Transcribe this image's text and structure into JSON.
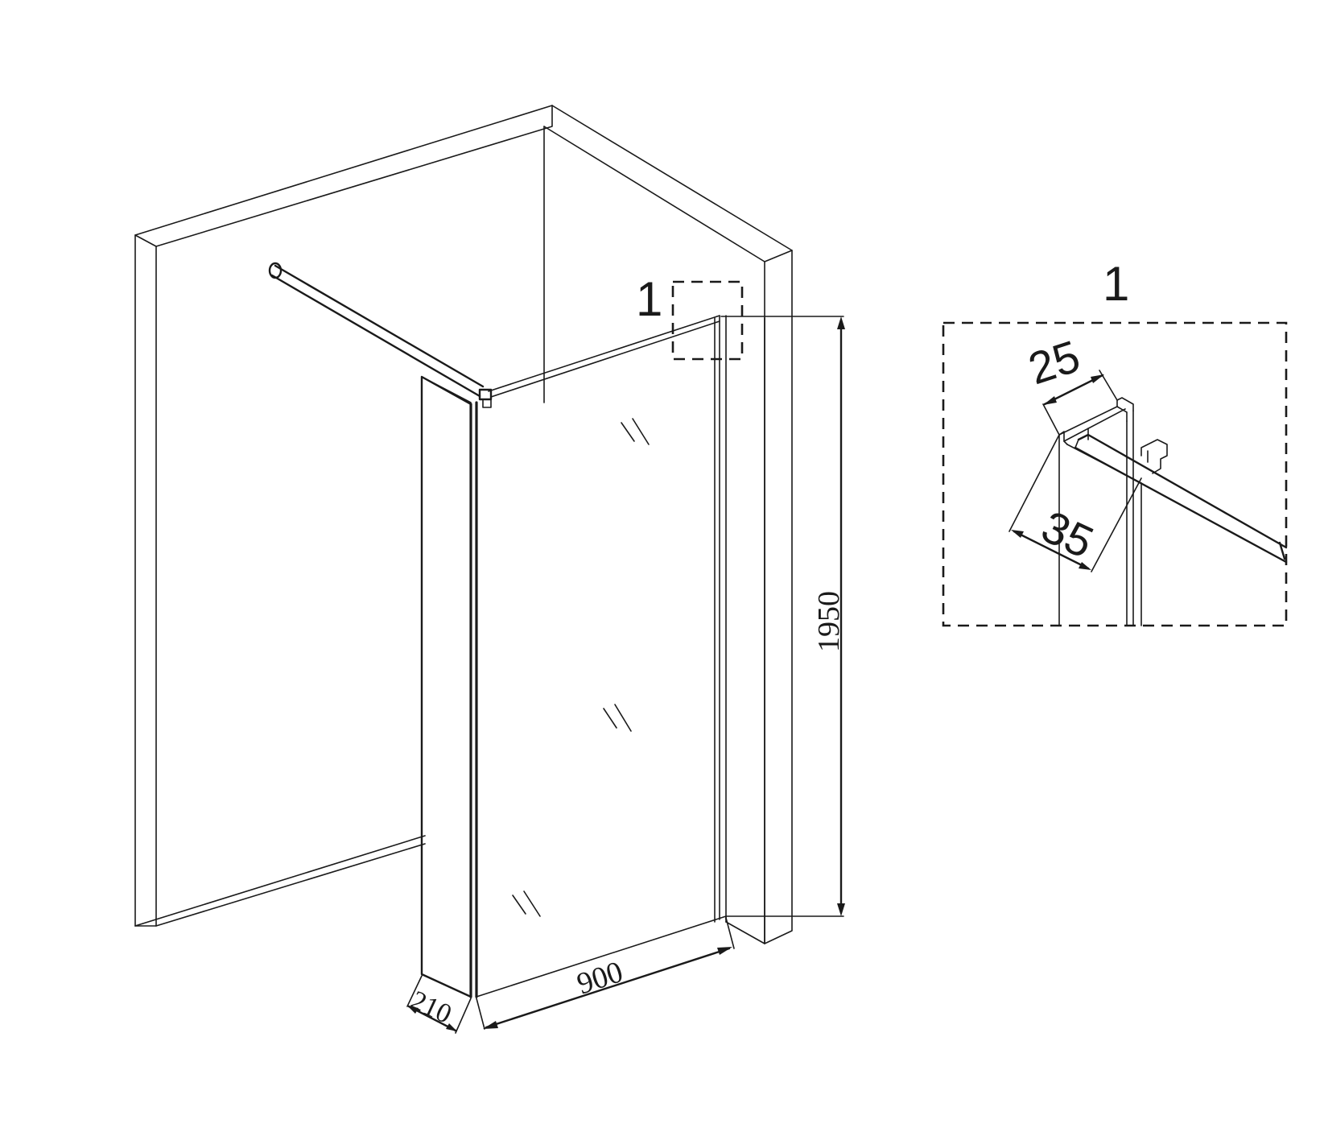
{
  "labels": {
    "detail_marker_main": "1",
    "detail_marker_inset": "1"
  },
  "dimensions": {
    "height": "1950",
    "width": "900",
    "depth": "210",
    "profile_width": "25",
    "profile_depth": "35"
  },
  "colors": {
    "line": "#1a1a1a",
    "background": "#ffffff"
  }
}
